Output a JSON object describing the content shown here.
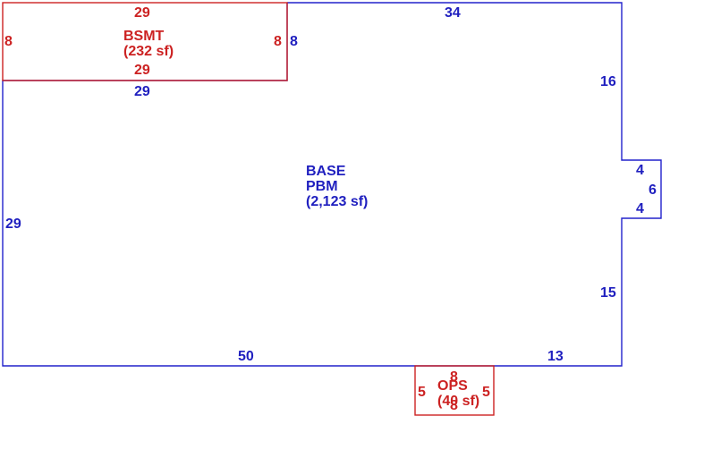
{
  "colors": {
    "base": "#2222cc",
    "addition": "#cc2222"
  },
  "areas": {
    "base": {
      "line1": "BASE",
      "line2": "PBM",
      "area": "(2,123 sf)"
    },
    "bsmt": {
      "line1": "BSMT",
      "area": "(232 sf)"
    },
    "ops": {
      "line1": "OPS",
      "area": "(40 sf)"
    }
  },
  "dimensions": {
    "base_top": "34",
    "base_right_upper": "16",
    "bump_top": "4",
    "bump_right": "6",
    "bump_bottom": "4",
    "base_right_lower": "15",
    "base_bottom_right": "13",
    "base_bottom_left": "50",
    "base_left": "29",
    "base_under_bsmt": "29",
    "base_bsmt_side": "8",
    "bsmt_top": "29",
    "bsmt_bottom": "29",
    "bsmt_left": "8",
    "bsmt_right": "8",
    "ops_top": "8",
    "ops_bottom": "8",
    "ops_left": "5",
    "ops_right": "5"
  }
}
